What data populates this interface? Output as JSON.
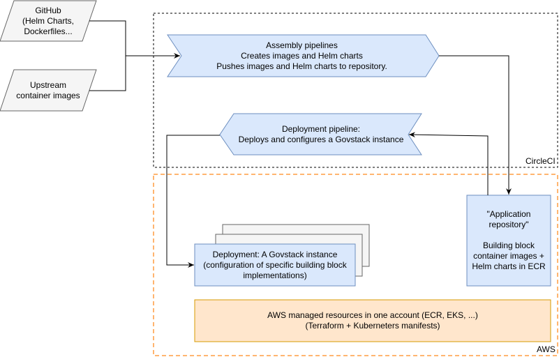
{
  "colors": {
    "source_fill": "#f5f5f5",
    "source_stroke": "#666666",
    "pipeline_fill": "#dae8fc",
    "pipeline_stroke": "#6c8ebf",
    "aws_border": "#ffb570",
    "aws_resources_fill": "#ffe6cc",
    "aws_resources_stroke": "#d79b00",
    "circleci_border": "#000000"
  },
  "sources": {
    "github": {
      "line1": "GitHub",
      "line2": "(Helm Charts,",
      "line3": "Dockerfiles..."
    },
    "upstream": {
      "line1": "Upstream",
      "line2": "container images"
    }
  },
  "assembly": {
    "line1": "Assembly pipelines",
    "line2": "Creates images and Helm charts",
    "line3": "Pushes images and Helm charts to repository."
  },
  "deployment_pipeline": {
    "line1": "Deployment pipeline:",
    "line2": "Deploys and configures a Govstack instance"
  },
  "deployment": {
    "line1": "Deployment: A Govstack instance",
    "line2": "(configuration of specific building block",
    "line3": "implementations)"
  },
  "app_repo": {
    "line1": "\"Application",
    "line2": "repository\"",
    "line3": "Building block",
    "line4": "container images +",
    "line5": "Helm charts in ECR"
  },
  "aws_resources": {
    "line1": "AWS managed resources in one account (ECR, EKS, ...)",
    "line2": "(Terraform + Kuberneters manifests)"
  },
  "containers": {
    "circleci": "CircleCI",
    "aws": "AWS"
  }
}
